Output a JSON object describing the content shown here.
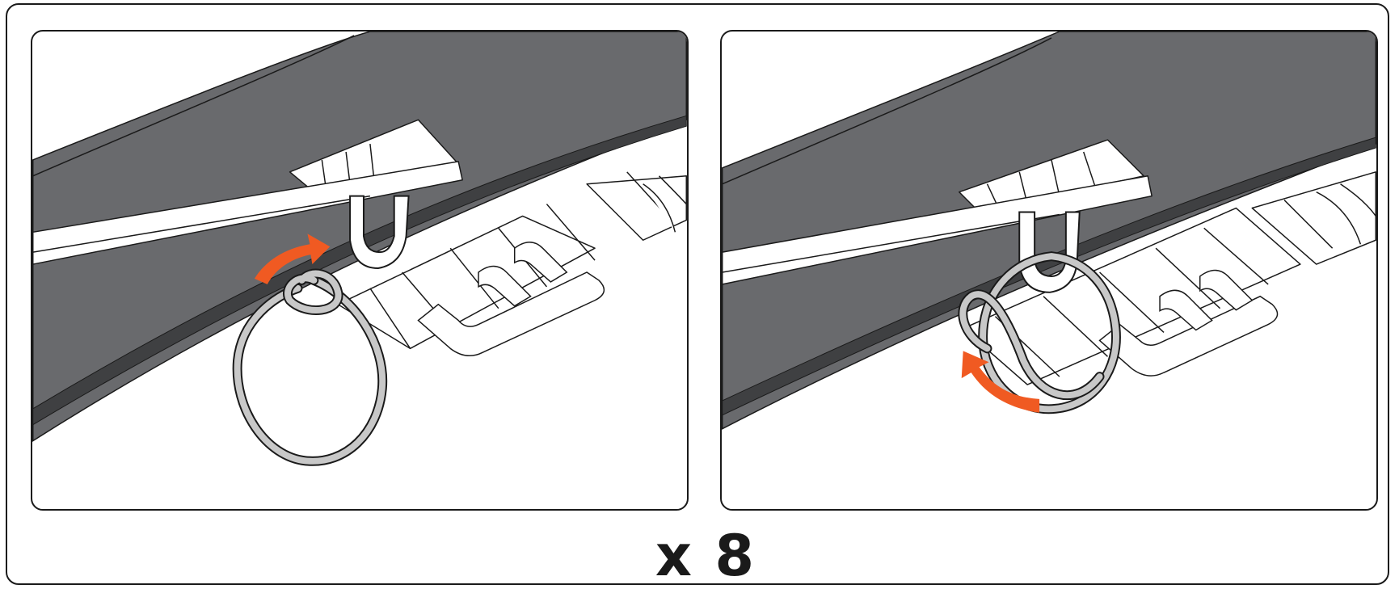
{
  "step": {
    "quantity_label": "x 8"
  },
  "panels": [
    {
      "name": "attach-ring-to-loop",
      "arrow_color": "#f05a22"
    },
    {
      "name": "rotate-ring-closed",
      "arrow_color": "#f05a22"
    }
  ],
  "colors": {
    "frame_rim": "#696a6d",
    "rim_edge": "#3f4042",
    "outline": "#1a1a1a",
    "metal_ring": "#c8c8c8",
    "arrow": "#f05a22",
    "background": "#ffffff"
  }
}
